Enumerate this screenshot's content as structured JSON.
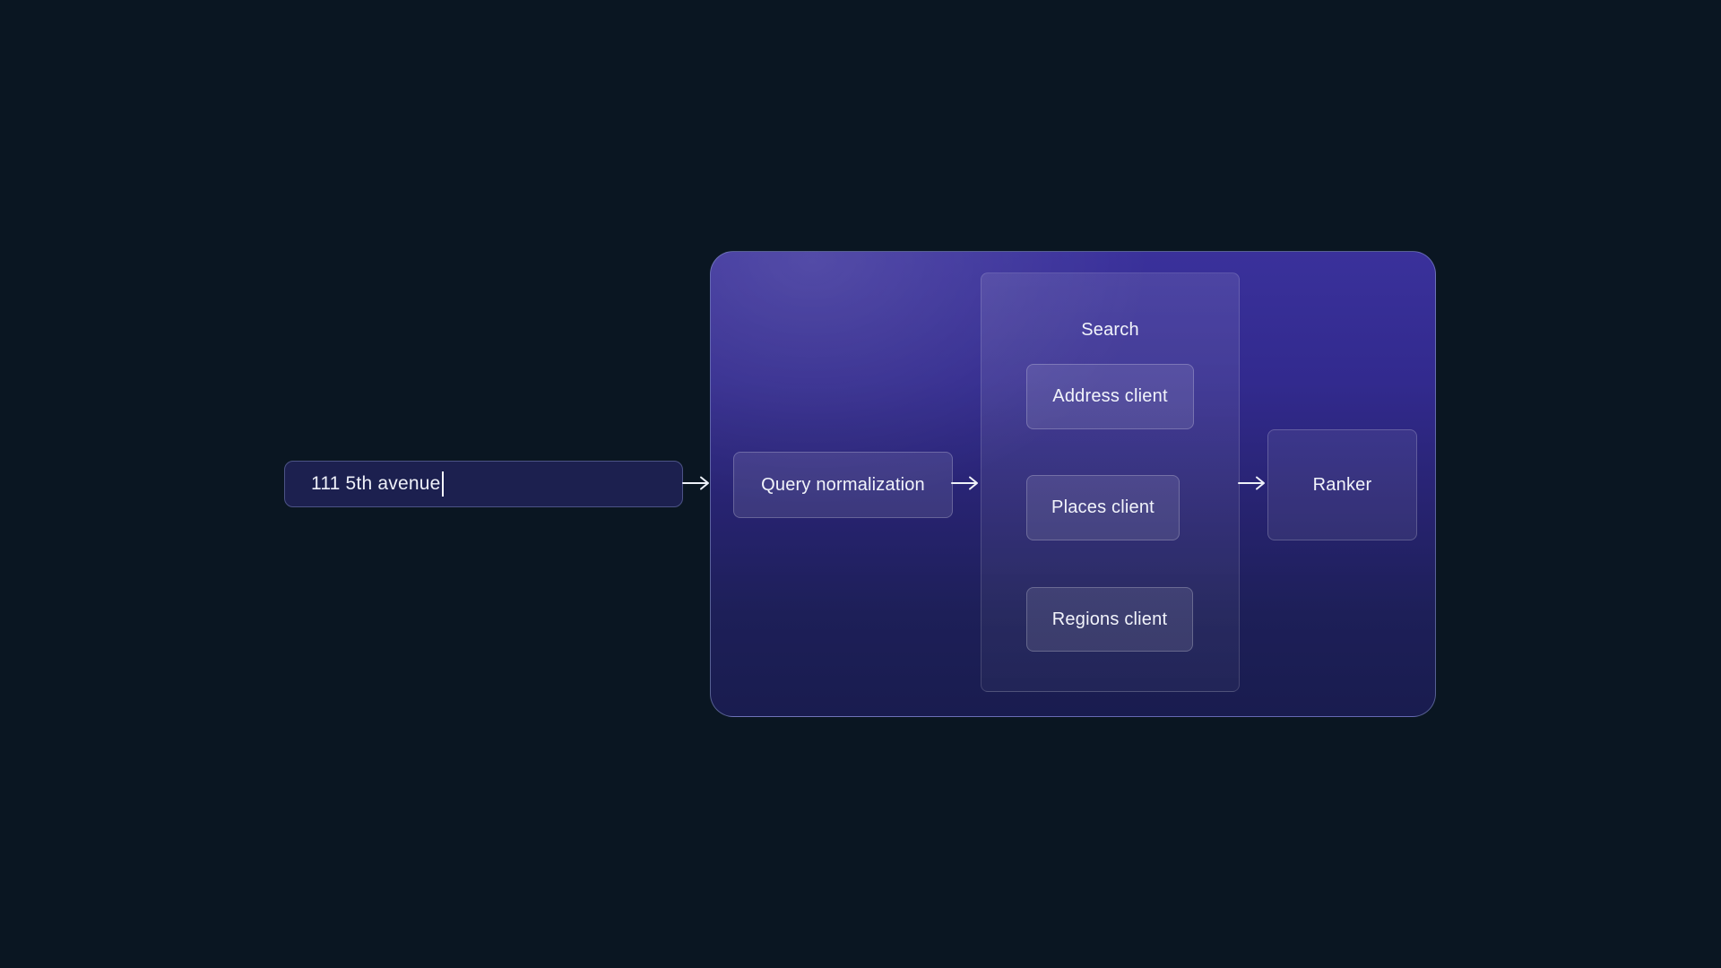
{
  "diagram": {
    "query_input": {
      "value": "111 5th avenue"
    },
    "stages": {
      "query_normalization": {
        "label": "Query normalization"
      },
      "search": {
        "title": "Search",
        "clients": [
          {
            "label": "Address client"
          },
          {
            "label": "Places client"
          },
          {
            "label": "Regions client"
          }
        ]
      },
      "ranker": {
        "label": "Ranker"
      }
    },
    "colors": {
      "page_background": "#0a1622",
      "container_purple_top": "#3a319b",
      "container_navy_bottom": "#191c4f",
      "container_border": "#8998c9",
      "input_background": "#1c204f",
      "input_border": "#4c5386",
      "arrow": "#eef1f9",
      "text": "#f2f4fb"
    }
  }
}
